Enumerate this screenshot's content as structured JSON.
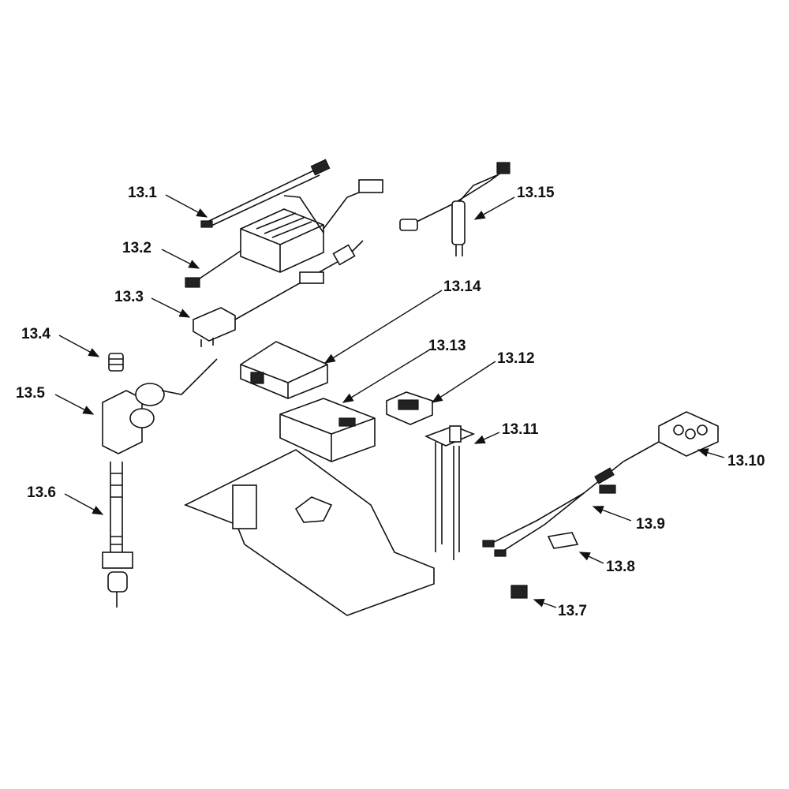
{
  "diagram": {
    "labels": {
      "p13_1": "13.1",
      "p13_2": "13.2",
      "p13_3": "13.3",
      "p13_4": "13.4",
      "p13_5": "13.5",
      "p13_6": "13.6",
      "p13_7": "13.7",
      "p13_8": "13.8",
      "p13_9": "13.9",
      "p13_10": "13.10",
      "p13_11": "13.11",
      "p13_12": "13.12",
      "p13_13": "13.13",
      "p13_14": "13.14",
      "p13_15": "13.15"
    }
  }
}
